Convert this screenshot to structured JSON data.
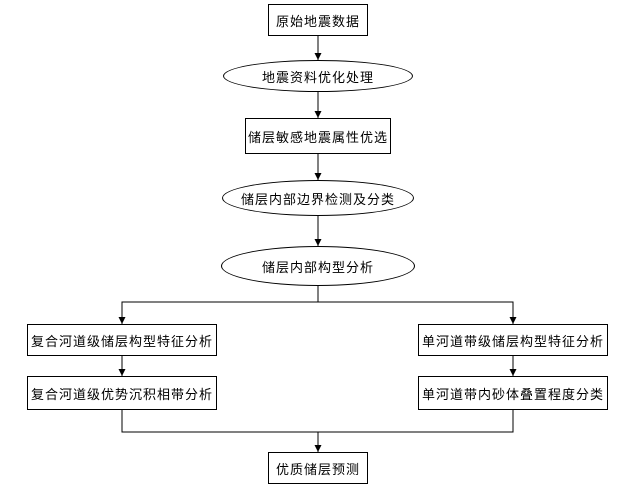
{
  "nodes": {
    "raw_data": "原始地震数据",
    "optimization": "地震资料优化处理",
    "attribute_selection": "储层敏感地震属性优选",
    "boundary_detection": "储层内部边界检测及分类",
    "structure_analysis": "储层内部构型分析",
    "composite_channel_structure": "复合河道级储层构型特征分析",
    "composite_channel_facies": "复合河道级优势沉积相带分析",
    "single_channel_structure": "单河道带级储层构型特征分析",
    "single_channel_sand": "单河道带内砂体叠置程度分类",
    "prediction": "优质储层预测"
  },
  "colors": {
    "stroke": "#000000",
    "background": "#ffffff"
  }
}
